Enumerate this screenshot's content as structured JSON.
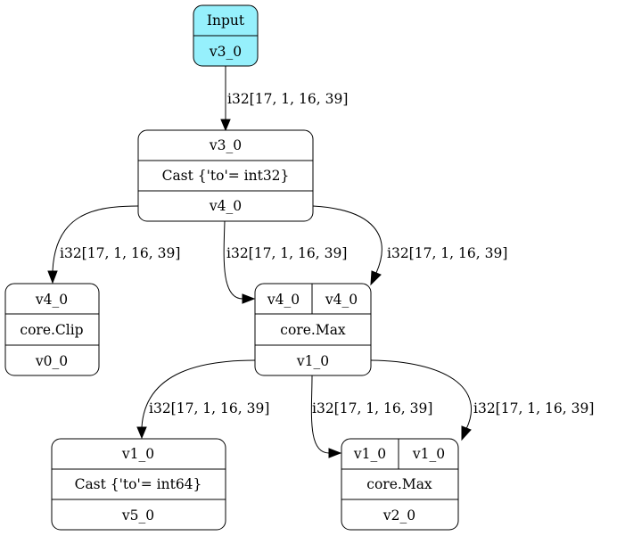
{
  "input_node": {
    "title": "Input",
    "output": "v3_0",
    "fill": "#96f0fc"
  },
  "nodes": {
    "cast32": {
      "input": "v3_0",
      "op": "Cast {'to'= int32}",
      "output": "v4_0"
    },
    "clip": {
      "input": "v4_0",
      "op": "core.Clip",
      "output": "v0_0"
    },
    "max1": {
      "input_a": "v4_0",
      "input_b": "v4_0",
      "op": "core.Max",
      "output": "v1_0"
    },
    "cast64": {
      "input": "v1_0",
      "op": "Cast {'to'= int64}",
      "output": "v5_0"
    },
    "max2": {
      "input_a": "v1_0",
      "input_b": "v1_0",
      "op": "core.Max",
      "output": "v2_0"
    }
  },
  "edges": {
    "input_to_cast32": "i32[17, 1, 16, 39]",
    "cast32_to_clip": "i32[17, 1, 16, 39]",
    "cast32_to_max1_a": "i32[17, 1, 16, 39]",
    "cast32_to_max1_b": "i32[17, 1, 16, 39]",
    "max1_to_cast64": "i32[17, 1, 16, 39]",
    "max1_to_max2_a": "i32[17, 1, 16, 39]",
    "max1_to_max2_b": "i32[17, 1, 16, 39]"
  }
}
